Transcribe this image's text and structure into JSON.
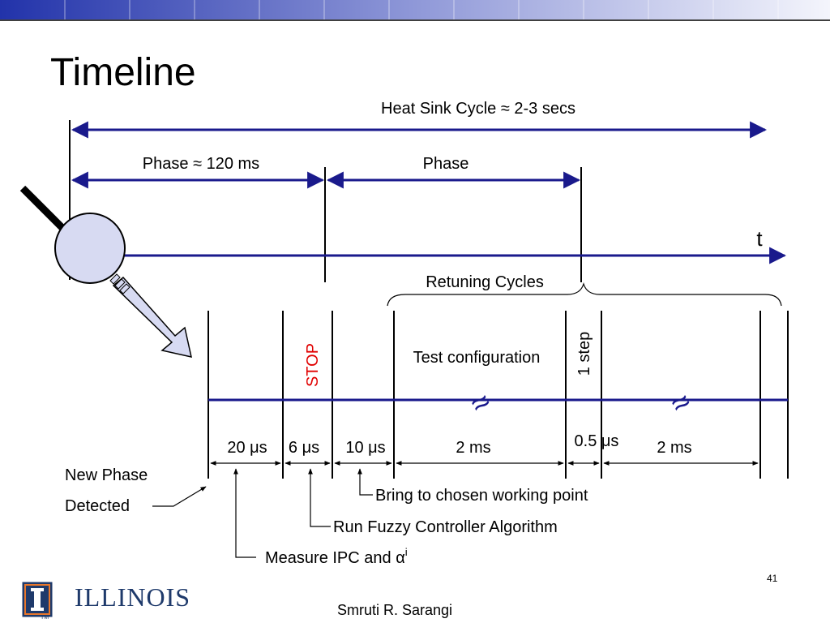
{
  "slide": {
    "title": "Timeline",
    "page_number": "41",
    "author": "Smruti R. Sarangi",
    "logo_text": "ILLINOIS",
    "logo_tm": "TM"
  },
  "colors": {
    "arrow_blue": "#1a1a8c",
    "stop_red": "#e00000",
    "magnifier_fill": "#d7daf2",
    "topbar_blue": "#2b3bb0"
  },
  "icons": {
    "magnifier": "magnifier-icon"
  },
  "diagram": {
    "heat_sink_label": "Heat Sink Cycle ≈ 2-3 secs",
    "phase1_label": "Phase ≈ 120 ms",
    "phase2_label": "Phase",
    "time_axis_label": "t",
    "retuning_label": "Retuning Cycles",
    "stop_label": "STOP",
    "test_config_label": "Test configuration",
    "one_step_label": "1 step",
    "break_symbol": "≈",
    "durations": [
      "20 μs",
      "6 μs",
      "10 μs",
      "2 ms",
      "0.5 μs",
      "2 ms"
    ],
    "new_phase_line1": "New Phase",
    "new_phase_line2": "Detected",
    "bring_label": "Bring to chosen working point",
    "fuzzy_label": "Run Fuzzy Controller Algorithm",
    "measure_label": "Measure IPC and α",
    "measure_sup": "i"
  }
}
